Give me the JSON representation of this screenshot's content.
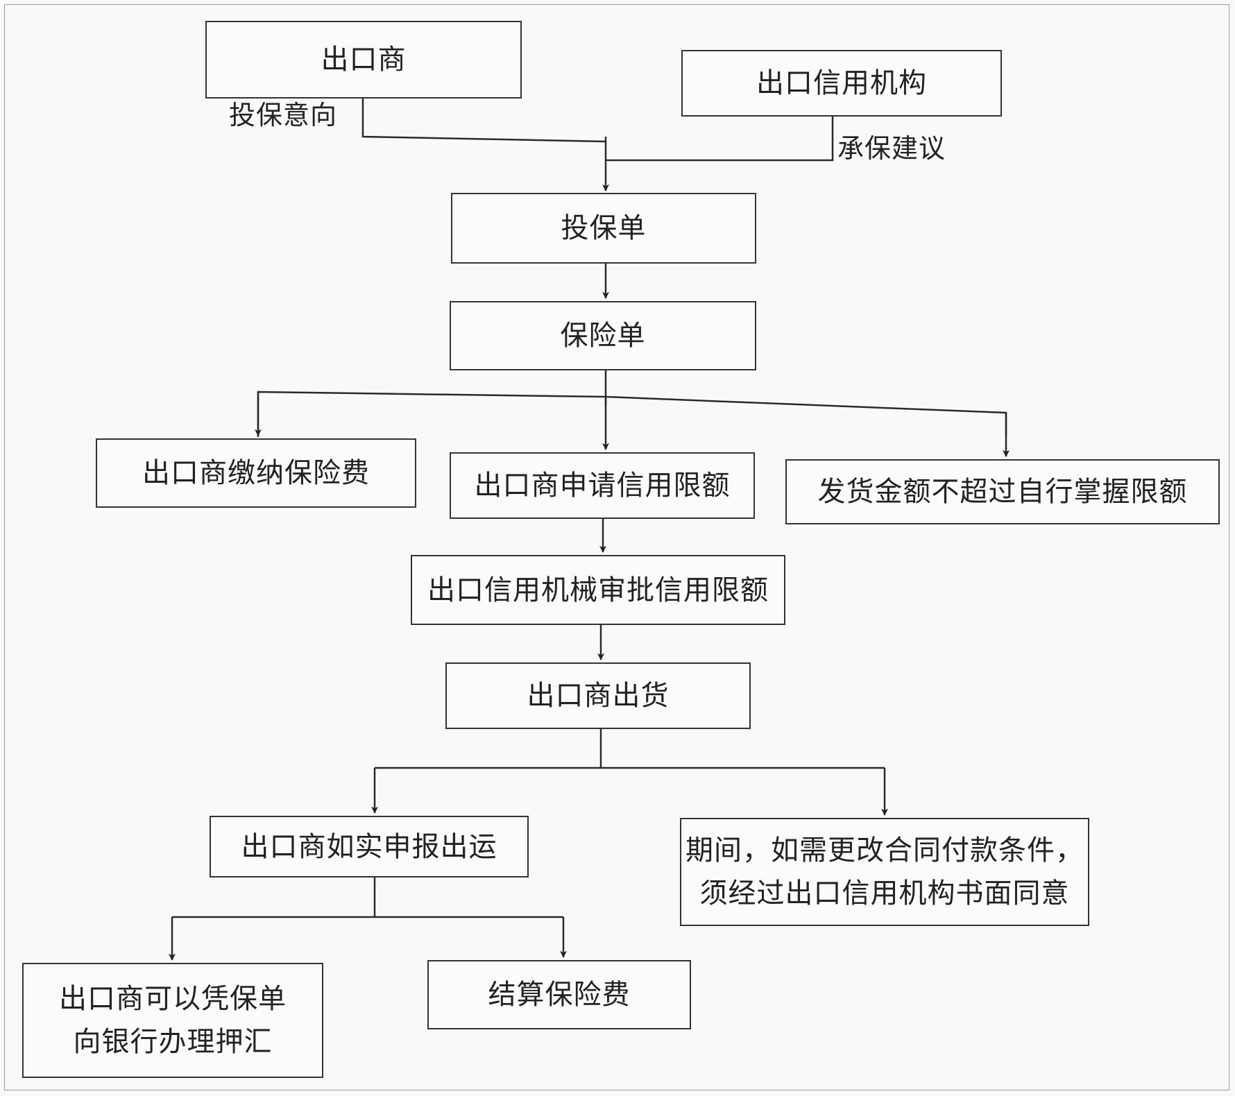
{
  "nodes": {
    "exporter": "出口商",
    "eca": "出口信用机构",
    "application": "投保单",
    "policy": "保险单",
    "pay_premium": "出口商缴纳保险费",
    "apply_limit": "出口商申请信用限额",
    "self_limit": "发货金额不超过自行掌握限额",
    "approve_limit": "出口信用机械审批信用限额",
    "shipment": "出口商出货",
    "declare_shipment": "出口商如实申报出运",
    "contract_change": "期间，如需更改合同付款条件，\n须经过出口信用机构书面同意",
    "negotiate": "出口商可以凭保单\n向银行办理押汇",
    "settle_premium": "结算保险费"
  },
  "edge_labels": {
    "intent": "投保意向",
    "advice": "承保建议"
  }
}
